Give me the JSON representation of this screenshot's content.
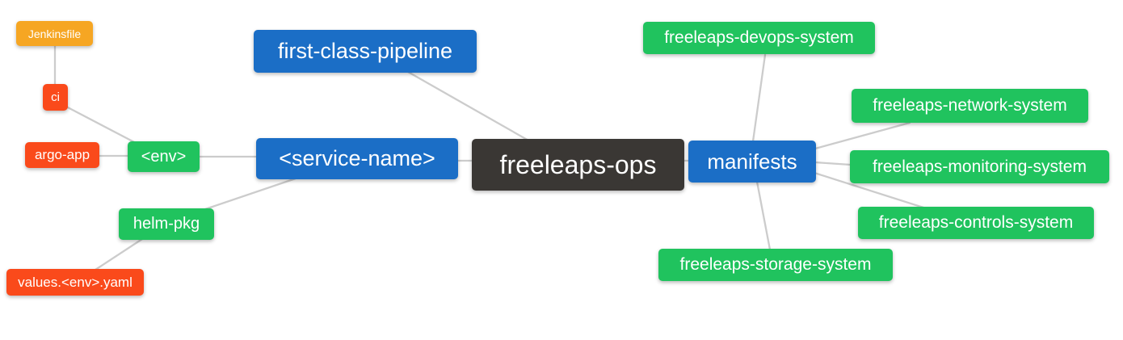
{
  "palette": {
    "node_blue": "#1b6ec6",
    "node_green": "#20c35e",
    "node_red": "#fa4a1b",
    "node_amber": "#f6a623",
    "node_dark": "#3a3734",
    "edge_gray": "#cccccc",
    "node_text": "#ffffff",
    "background": "#ffffff"
  },
  "nodes": [
    {
      "id": "jenkinsfile",
      "label": "Jenkinsfile",
      "color": "amber"
    },
    {
      "id": "ci",
      "label": "ci",
      "color": "red"
    },
    {
      "id": "argo-app",
      "label": "argo-app",
      "color": "red"
    },
    {
      "id": "env",
      "label": "<env>",
      "color": "green"
    },
    {
      "id": "helm-pkg",
      "label": "helm-pkg",
      "color": "green"
    },
    {
      "id": "values-env-yaml",
      "label": "values.<env>.yaml",
      "color": "red"
    },
    {
      "id": "first-class-pipeline",
      "label": "first-class-pipeline",
      "color": "blue"
    },
    {
      "id": "service-name",
      "label": "<service-name>",
      "color": "blue"
    },
    {
      "id": "freeleaps-ops",
      "label": "freeleaps-ops",
      "color": "dark"
    },
    {
      "id": "manifests",
      "label": "manifests",
      "color": "blue"
    },
    {
      "id": "freeleaps-devops-system",
      "label": "freeleaps-devops-system",
      "color": "green"
    },
    {
      "id": "freeleaps-network-system",
      "label": "freeleaps-network-system",
      "color": "green"
    },
    {
      "id": "freeleaps-monitoring-system",
      "label": "freeleaps-monitoring-system",
      "color": "green"
    },
    {
      "id": "freeleaps-controls-system",
      "label": "freeleaps-controls-system",
      "color": "green"
    },
    {
      "id": "freeleaps-storage-system",
      "label": "freeleaps-storage-system",
      "color": "green"
    }
  ],
  "edges": [
    [
      "jenkinsfile",
      "ci"
    ],
    [
      "ci",
      "env"
    ],
    [
      "argo-app",
      "env"
    ],
    [
      "env",
      "service-name"
    ],
    [
      "service-name",
      "freeleaps-ops"
    ],
    [
      "first-class-pipeline",
      "freeleaps-ops"
    ],
    [
      "service-name",
      "helm-pkg"
    ],
    [
      "helm-pkg",
      "values-env-yaml"
    ],
    [
      "freeleaps-ops",
      "manifests"
    ],
    [
      "manifests",
      "freeleaps-devops-system"
    ],
    [
      "manifests",
      "freeleaps-network-system"
    ],
    [
      "manifests",
      "freeleaps-monitoring-system"
    ],
    [
      "manifests",
      "freeleaps-controls-system"
    ],
    [
      "manifests",
      "freeleaps-storage-system"
    ]
  ]
}
